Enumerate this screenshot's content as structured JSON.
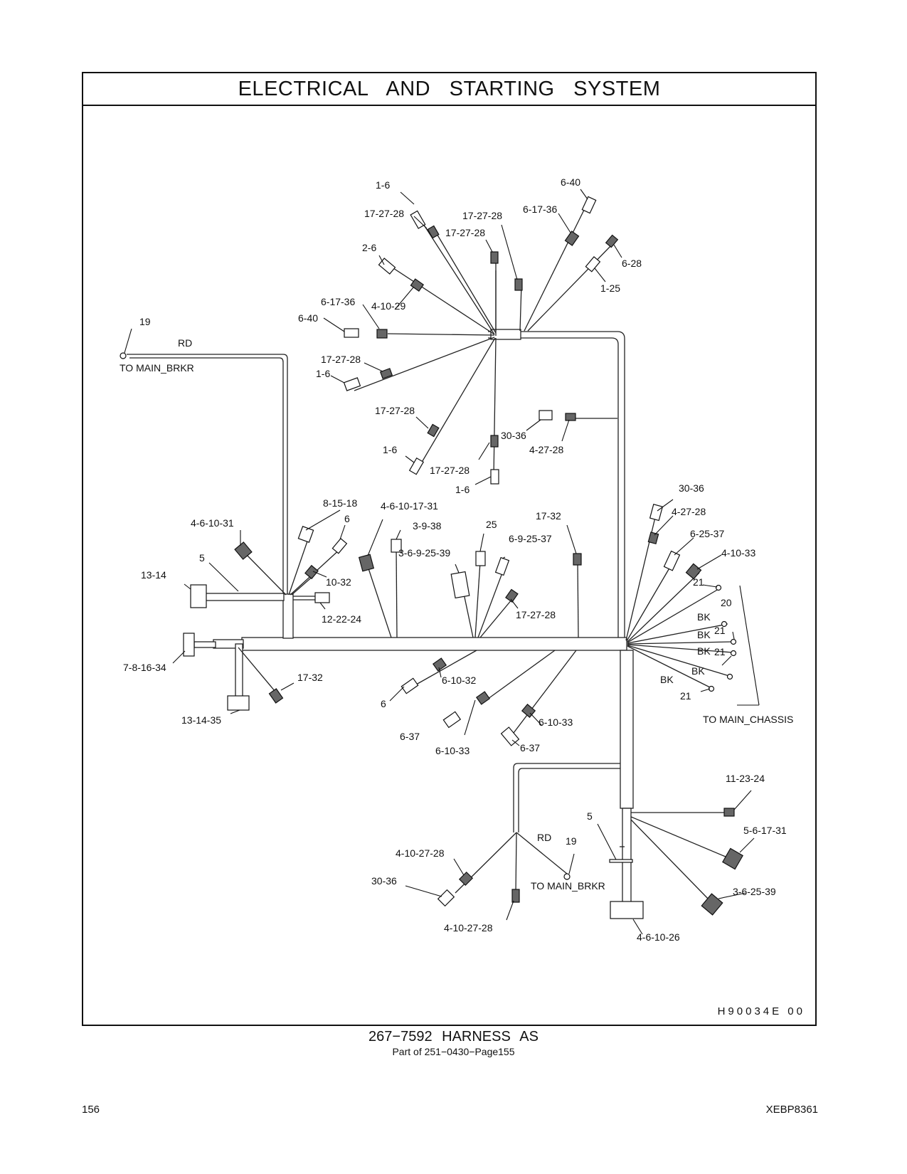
{
  "title": "ELECTRICAL AND STARTING SYSTEM",
  "drawing_id": "H90034E  00",
  "caption": {
    "title": "267−7592 HARNESS AS",
    "subtitle": "Part of 251−0430−Page155"
  },
  "page_number": "156",
  "document_code": "XEBP8361",
  "callouts": {
    "upper_fan": [
      "1-6",
      "6-40",
      "17-27-28",
      "17-27-28",
      "17-27-28",
      "6-17-36",
      "2-6",
      "6-28",
      "1-25",
      "6-17-36",
      "4-10-29",
      "6-40",
      "17-27-28",
      "1-6",
      "17-27-28",
      "1-6",
      "17-27-28",
      "1-6",
      "30-36",
      "4-27-28"
    ],
    "left_branch": [
      "19",
      "RD",
      "TO MAIN_BRKR",
      "8-15-18",
      "4-6-10-31",
      "6",
      "5",
      "13-14",
      "10-32",
      "12-22-24",
      "7-8-16-34",
      "17-32",
      "13-14-35"
    ],
    "center_branch": [
      "4-6-10-17-31",
      "3-9-38",
      "25",
      "3-6-9-25-39",
      "6-9-25-37",
      "17-32",
      "17-27-28",
      "6",
      "6-10-32",
      "6-37",
      "6-10-33",
      "6-10-33",
      "6-37"
    ],
    "right_branch": [
      "30-36",
      "4-27-28",
      "6-25-37",
      "4-10-33",
      "21",
      "20",
      "BK",
      "21",
      "BK",
      "BK",
      "21",
      "BK",
      "BK",
      "21",
      "TO MAIN_CHASSIS"
    ],
    "lower_branch": [
      "11-23-24",
      "5",
      "5-6-17-31",
      "3-6-25-39",
      "4-6-10-26",
      "RD",
      "19",
      "4-10-27-28",
      "30-36",
      "TO MAIN_BRKR",
      "4-10-27-28"
    ]
  }
}
